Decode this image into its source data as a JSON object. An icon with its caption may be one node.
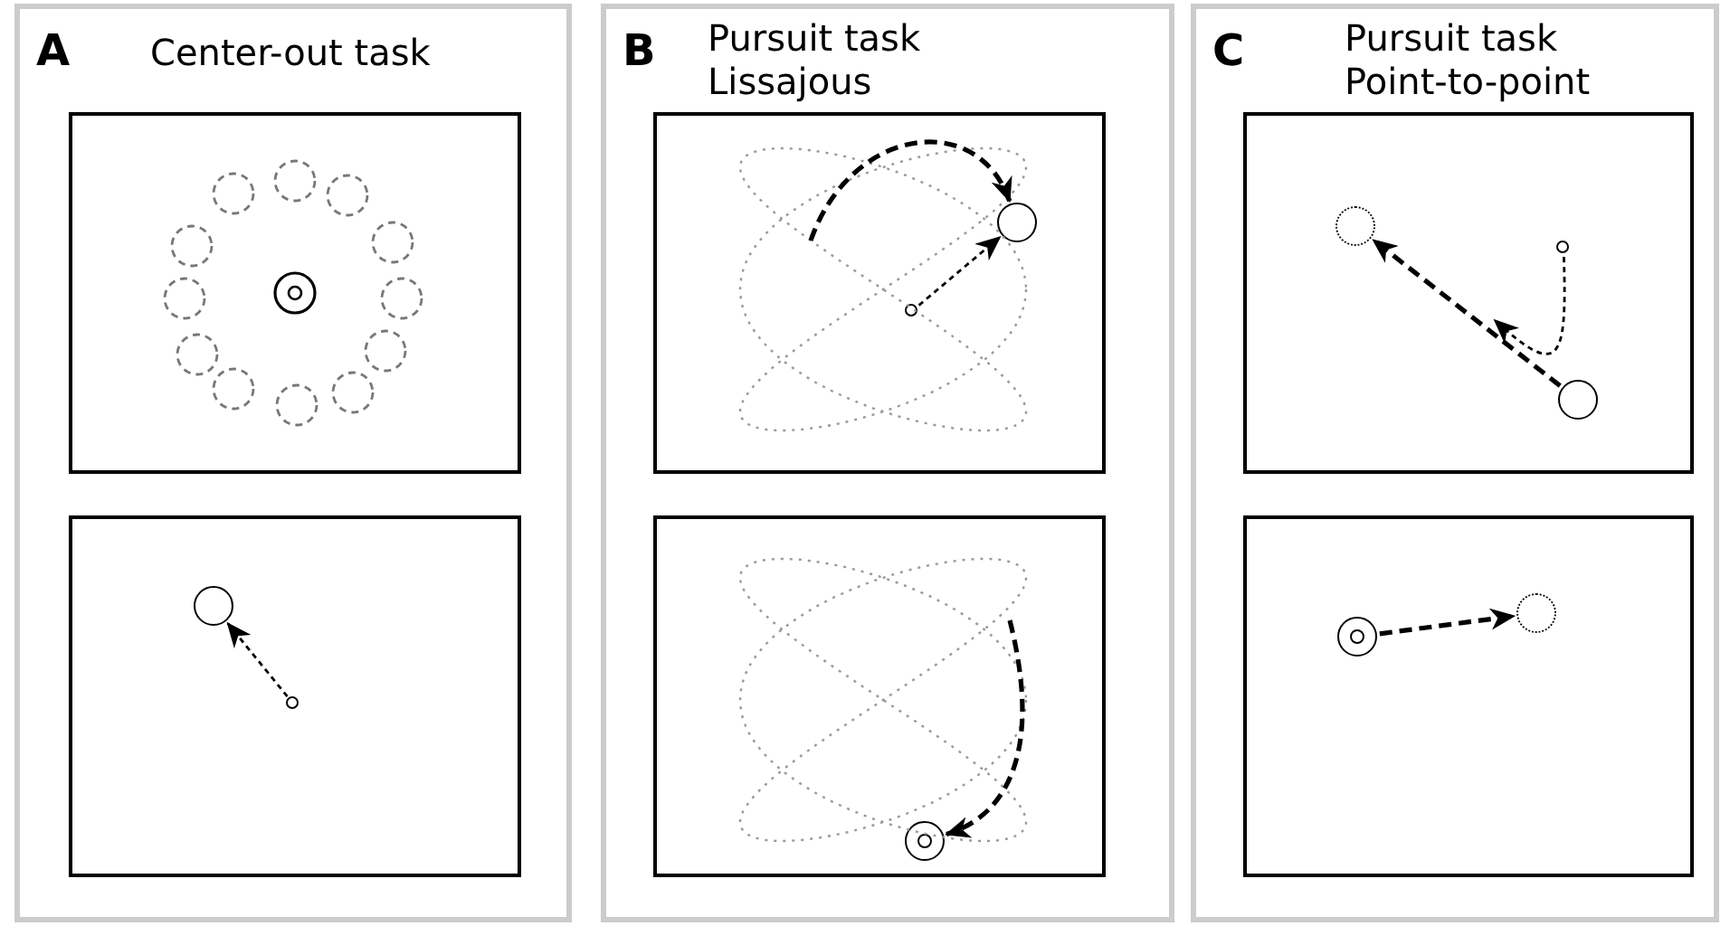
{
  "diagram": {
    "nodes": [
      {
        "text": [
          "A",
          "Center-out task"
        ]
      },
      {
        "text": [],
        "shape": "box",
        "in": 0
      },
      {
        "text": [],
        "shape": "box",
        "in": 0
      },
      {
        "text": [],
        "shape": "circle",
        "in": 2
      },
      {
        "text": [],
        "shape": "circle",
        "in": 2
      },
      {
        "text": [
          "B",
          "Pursuit task Lissajous"
        ]
      },
      {
        "text": [],
        "shape": "box",
        "in": 5
      },
      {
        "text": [],
        "shape": "circle",
        "in": 6
      },
      {
        "text": [],
        "shape": "circle",
        "in": 6
      },
      {
        "text": [],
        "shape": "box",
        "in": 5
      },
      {
        "text": [],
        "shape": "circle",
        "in": 9
      },
      {
        "text": [
          "C",
          "Pursuit task Point-to-point"
        ]
      },
      {
        "text": [],
        "shape": "box",
        "in": 11
      },
      {
        "text": [],
        "shape": "circle",
        "in": 12
      },
      {
        "text": [],
        "shape": "circle",
        "in": 12
      },
      {
        "text": [],
        "shape": "circle",
        "in": 12
      },
      {
        "text": [],
        "shape": "box",
        "in": 11
      },
      {
        "text": [],
        "shape": "circle",
        "in": 16
      },
      {
        "text": [],
        "shape": "circle",
        "in": 16
      }
    ],
    "edges": [
      {
        "from": 4,
        "to": 3,
        "arrow": "to",
        "style": "dashed"
      },
      {
        "from": 8,
        "to": 7,
        "arrow": "to",
        "style": "dashed"
      },
      {
        "from": null,
        "to": 7,
        "arrow": "to",
        "style": "dashed"
      },
      {
        "from": null,
        "to": 10,
        "arrow": "to",
        "style": "dashed"
      },
      {
        "from": 15,
        "to": 13,
        "arrow": "to",
        "style": "dashed"
      },
      {
        "from": 14,
        "to": null,
        "arrow": "to",
        "style": "dashed"
      },
      {
        "from": 17,
        "to": 18,
        "arrow": "to",
        "style": "dashed"
      }
    ]
  }
}
